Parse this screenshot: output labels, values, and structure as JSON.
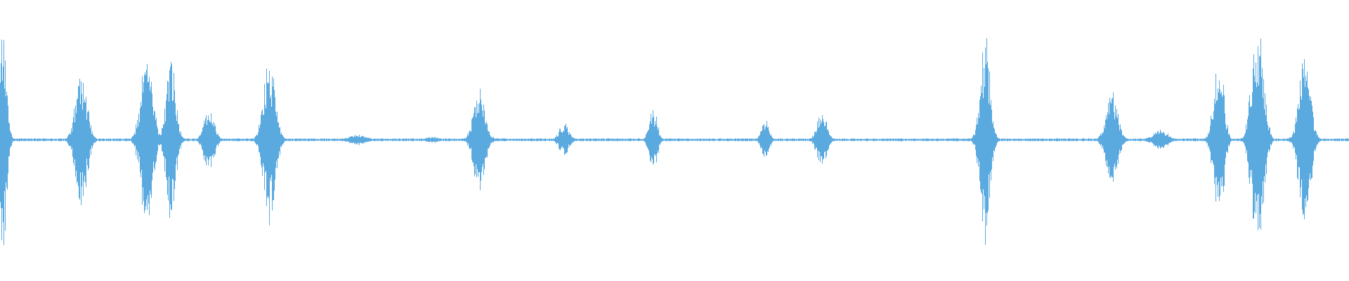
{
  "waveform": {
    "color": "#5aaae0",
    "baseline_amplitude": 0.012,
    "bursts": [
      {
        "t": 0.0015,
        "peak": 0.97,
        "spread": 0.004
      },
      {
        "t": 0.06,
        "peak": 0.55,
        "spread": 0.006
      },
      {
        "t": 0.1085,
        "peak": 0.72,
        "spread": 0.006
      },
      {
        "t": 0.1265,
        "peak": 0.68,
        "spread": 0.005
      },
      {
        "t": 0.155,
        "peak": 0.3,
        "spread": 0.005
      },
      {
        "t": 0.1995,
        "peak": 0.65,
        "spread": 0.006
      },
      {
        "t": 0.265,
        "peak": 0.05,
        "spread": 0.008
      },
      {
        "t": 0.32,
        "peak": 0.03,
        "spread": 0.006
      },
      {
        "t": 0.355,
        "peak": 0.42,
        "spread": 0.006
      },
      {
        "t": 0.418,
        "peak": 0.14,
        "spread": 0.005
      },
      {
        "t": 0.484,
        "peak": 0.28,
        "spread": 0.004
      },
      {
        "t": 0.567,
        "peak": 0.16,
        "spread": 0.004
      },
      {
        "t": 0.609,
        "peak": 0.23,
        "spread": 0.005
      },
      {
        "t": 0.73,
        "peak": 0.85,
        "spread": 0.005
      },
      {
        "t": 0.824,
        "peak": 0.38,
        "spread": 0.006
      },
      {
        "t": 0.86,
        "peak": 0.08,
        "spread": 0.008
      },
      {
        "t": 0.903,
        "peak": 0.76,
        "spread": 0.005
      },
      {
        "t": 0.932,
        "peak": 0.98,
        "spread": 0.006
      },
      {
        "t": 0.967,
        "peak": 0.7,
        "spread": 0.006
      }
    ]
  }
}
